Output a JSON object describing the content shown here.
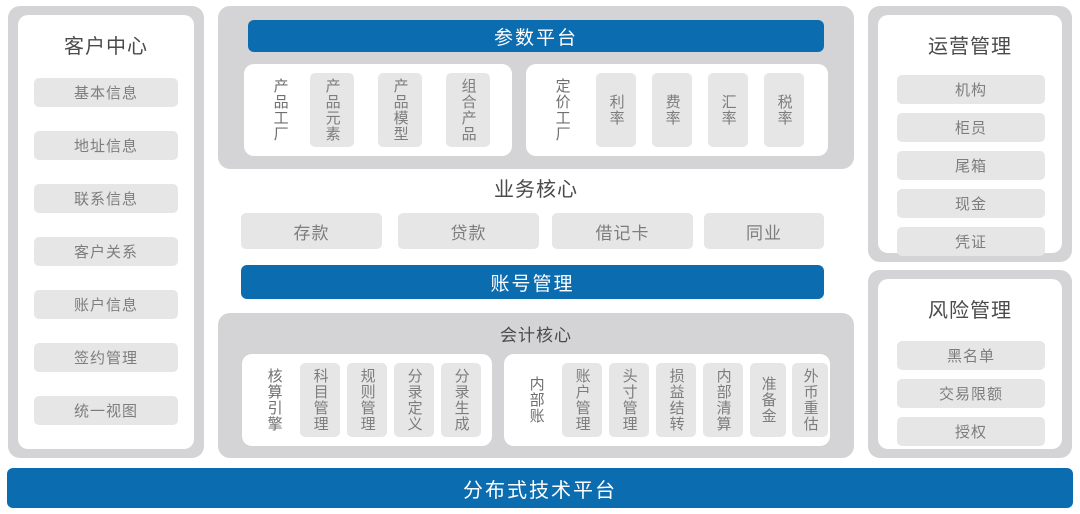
{
  "colors": {
    "accent_blue": "#0c6cb0",
    "container_gray": "#d4d4d6",
    "chip_gray": "#e6e6e6",
    "title_text": "#4b4b4b",
    "chip_text": "#7d7d7d",
    "panel_white": "#ffffff"
  },
  "customer_center": {
    "title": "客户中心",
    "items": [
      "基本信息",
      "地址信息",
      "联系信息",
      "客户关系",
      "账户信息",
      "签约管理",
      "统一视图"
    ]
  },
  "parameter_platform": {
    "header": "参数平台",
    "product_factory": {
      "anchor": "产品工厂",
      "items": [
        "产品元素",
        "产品模型",
        "组合产品"
      ]
    },
    "pricing_factory": {
      "anchor": "定价工厂",
      "items": [
        "利率",
        "费率",
        "汇率",
        "税率"
      ]
    }
  },
  "business_core": {
    "title": "业务核心",
    "items": [
      "存款",
      "贷款",
      "借记卡",
      "同业"
    ],
    "account_bar": "账号管理"
  },
  "accounting_core": {
    "title": "会计核心",
    "engine_group": {
      "anchor": "核算引擎",
      "items": [
        "科目管理",
        "规则管理",
        "分录定义",
        "分录生成"
      ]
    },
    "ledger_group": {
      "anchor": "内部账",
      "items": [
        "账户管理",
        "头寸管理",
        "损益结转",
        "内部清算",
        "准备金",
        "外币重估"
      ]
    }
  },
  "operations_management": {
    "title": "运营管理",
    "items": [
      "机构",
      "柜员",
      "尾箱",
      "现金",
      "凭证"
    ]
  },
  "risk_management": {
    "title": "风险管理",
    "items": [
      "黑名单",
      "交易限额",
      "授权"
    ]
  },
  "foundation": {
    "label": "分布式技术平台"
  }
}
